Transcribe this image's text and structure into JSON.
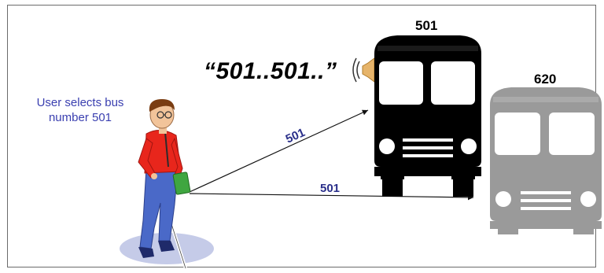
{
  "caption": {
    "line1": "User selects bus",
    "line2": "number 501"
  },
  "speech": "“501..501..”",
  "buses": {
    "near": {
      "number": "501",
      "color": "#000000"
    },
    "far": {
      "number": "620",
      "color": "#9a9a9a"
    }
  },
  "arrows": {
    "upper_label": "501",
    "lower_label": "501"
  },
  "colors": {
    "caption_text": "#3a3fb0",
    "arrow_label": "#2a2f8a",
    "speaker": "#e6b46a",
    "shirt": "#e8261c",
    "jeans": "#4a69c8",
    "device": "#3fa640",
    "shadow": "#c5cbe8"
  },
  "icons": [
    "speaker-icon",
    "bus-icon",
    "person-figure",
    "white-cane",
    "handheld-device"
  ]
}
